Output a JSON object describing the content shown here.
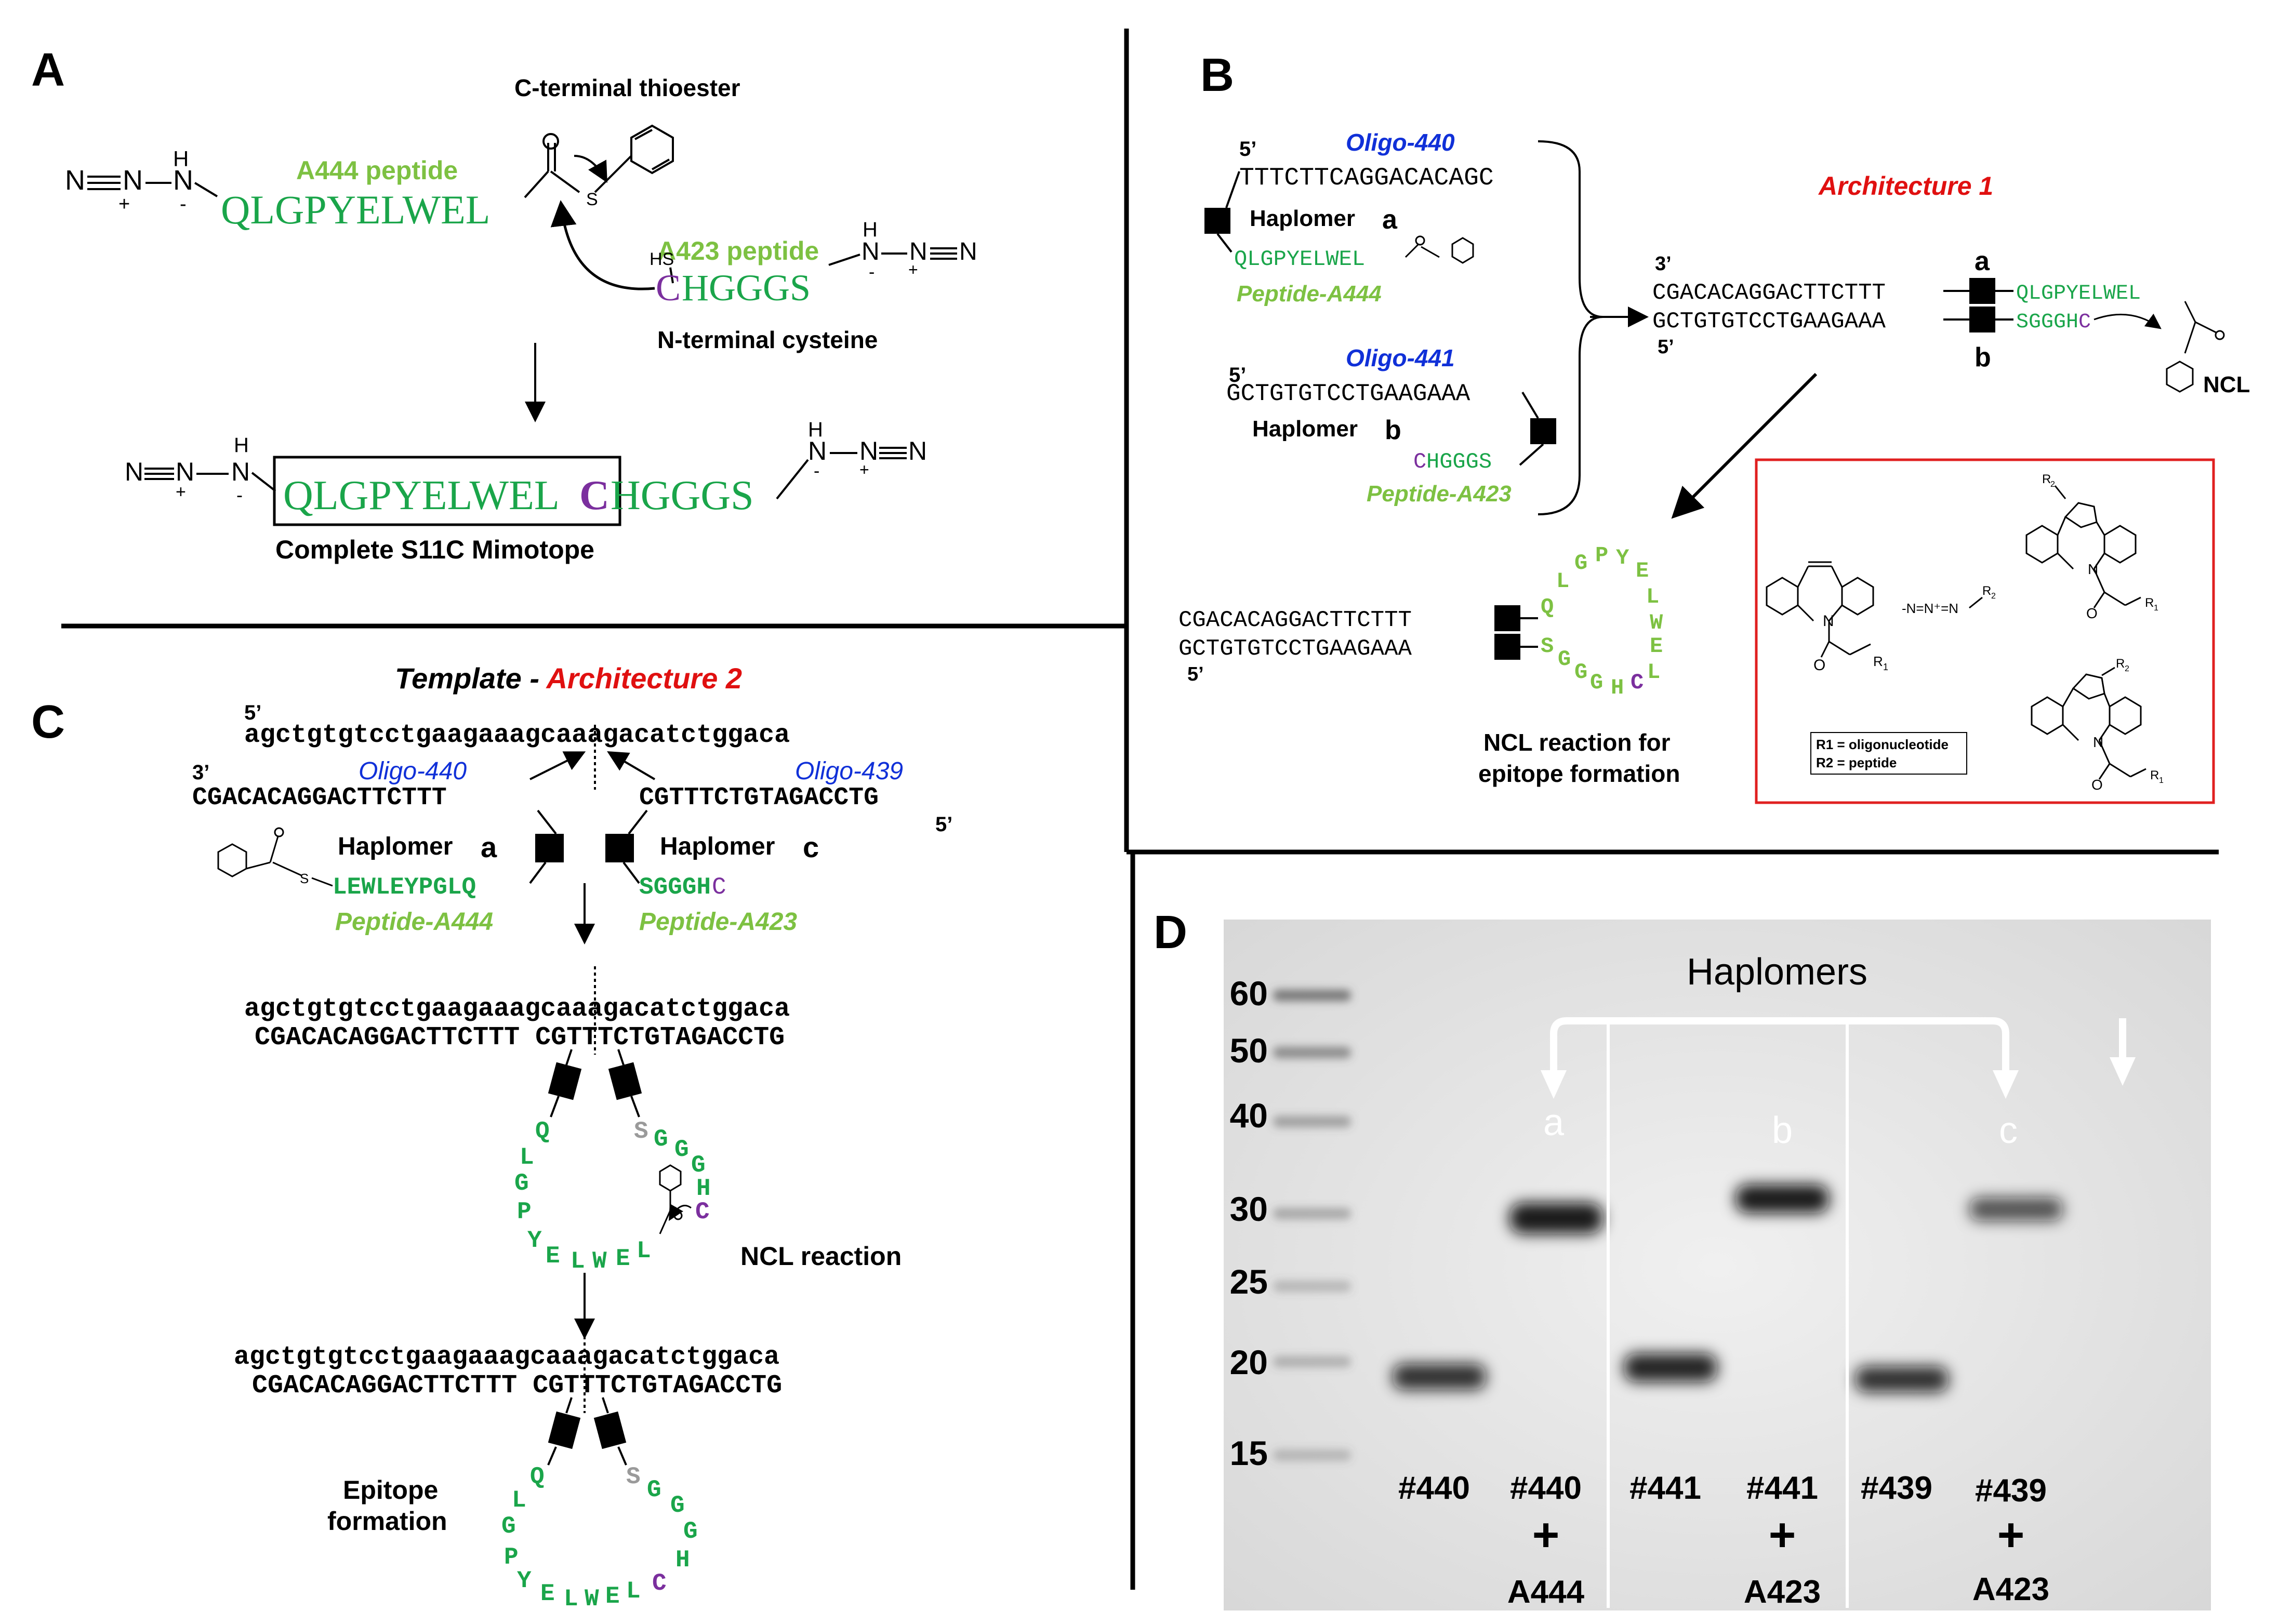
{
  "panels": {
    "A": {
      "letter": "A",
      "thioester_label": "C-terminal thioester",
      "peptide_a444_label": "A444 peptide",
      "peptide_a444_seq": "QLGPYELWEL",
      "peptide_a423_label": "A423 peptide",
      "cys": "C",
      "peptide_a423_rest": "HGGGS",
      "cysteine_label": "N-terminal cysteine",
      "mimotope_seq1": "QLGPYELWEL",
      "mimotope_c": "C",
      "mimotope_seq2": "HGGGS",
      "mimotope_label": "Complete S11C Mimotope",
      "azide": "N≡N",
      "nh_h": "H",
      "nh_n": "N",
      "plus": "+",
      "minus": "-",
      "sh": "HS",
      "s": "S"
    },
    "B": {
      "letter": "B",
      "five_prime": "5’",
      "three_prime": "3’",
      "oligo440": "Oligo-440",
      "oligo440_seq": "TTTCTTCAGGACACAGC",
      "haplomer": "Haplomer",
      "hap_a": "a",
      "hap_b": "b",
      "pep444_seq": "QLGPYELWEL",
      "pep444_label": "Peptide-A444",
      "oligo441": "Oligo-441",
      "oligo441_seq": "GCTGTGTCCTGAAGAAA",
      "pep423_c": "C",
      "pep423_seq": "HGGGS",
      "pep423_label": "Peptide-A423",
      "architecture": "Architecture 1",
      "dup_top": "CGACACAGGACTTCTTT",
      "dup_bottom": "GCTGTGTCCTGAAGAAA",
      "dup_pep_top": "QLGPYELWEL",
      "dup_pep_bottom": "SGGGH",
      "dup_pep_c": "C",
      "ncl": "NCL",
      "ncl_reaction": "NCL reaction for",
      "epitope_formation": "epitope formation",
      "r1": "R1 = oligonucleotide",
      "r2": "R2 = peptide",
      "loop_letters": [
        "Q",
        "L",
        "G",
        "P",
        "Y",
        "E",
        "L",
        "W",
        "E",
        "L",
        "C",
        "H",
        "G",
        "G",
        "G",
        "S"
      ]
    },
    "C": {
      "letter": "C",
      "template": "Template - ",
      "architecture": "Architecture 2",
      "five_prime": "5’",
      "three_prime": "3’",
      "template_seq": "agctgtgtcctgaagaaagcaaagacatctggaca",
      "oligo440": "Oligo-440",
      "oligo439": "Oligo-439",
      "left_seq": "CGACACAGGACTTCTTT",
      "right_seq": "CGTTTCTGTAGACCTG",
      "haplomer_a": "Haplomer",
      "hap_a": "a",
      "haplomer_c": "Haplomer",
      "hap_c": "c",
      "pep_left": "LEWLEYPGLQ",
      "pep_left_label": "Peptide-A444",
      "pep_right": "SGGGH",
      "pep_right_c": "C",
      "pep_right_label": "Peptide-A423",
      "dup_top": "agctgtgtcctgaagaaagcaaagacatctggaca",
      "dup_bottom": "CGACACAGGACTTCTTT CGTTTCTGTAGACCTG",
      "ncl_reaction": "NCL reaction",
      "epitope1": "Epitope",
      "epitope2": "formation",
      "loop_left": [
        "Q",
        "L",
        "G",
        "P",
        "Y",
        "E",
        "L",
        "W",
        "E",
        "L"
      ],
      "loop_right": [
        "S",
        "G",
        "G",
        "G",
        "H",
        "C"
      ]
    },
    "D": {
      "letter": "D",
      "title": "Haplomers",
      "ladder": [
        "60",
        "50",
        "40",
        "30",
        "25",
        "20",
        "15"
      ],
      "arrow_a": "a",
      "arrow_b": "b",
      "arrow_c": "c",
      "lanes": [
        {
          "top": "#440",
          "plus": "",
          "bottom": ""
        },
        {
          "top": "#440",
          "plus": "+",
          "bottom": "A444"
        },
        {
          "top": "#441",
          "plus": "",
          "bottom": ""
        },
        {
          "top": "#441",
          "plus": "+",
          "bottom": "A423"
        },
        {
          "top": "#439",
          "plus": "",
          "bottom": ""
        },
        {
          "top": "#439",
          "plus": "+",
          "bottom": "A423"
        }
      ]
    }
  },
  "colors": {
    "peptide": "#1aa54a",
    "peptide_label": "#7dc142",
    "cysteine": "#7b2f9e",
    "oligo": "#1030d8",
    "architecture": "#e01010",
    "gel_bg": "#e4e4e4"
  }
}
